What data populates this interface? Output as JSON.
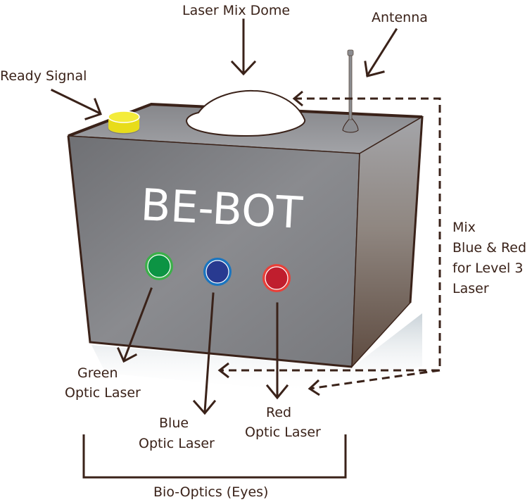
{
  "title": "BE-BOT",
  "colors": {
    "ink": "#3a2219",
    "box_front": "#7e7f83",
    "box_side": "#6b5a4f",
    "ready_signal": "#f4e52d",
    "green_laser": "#0c9444",
    "blue_laser": "#283a90",
    "red_laser": "#c01e2e"
  },
  "labels": {
    "laser_mix_dome": "Laser Mix Dome",
    "antenna": "Antenna",
    "ready_signal": "Ready Signal",
    "mix_note": [
      "Mix",
      "Blue & Red",
      "for Level 3",
      "Laser"
    ],
    "green_laser": [
      "Green",
      "Optic Laser"
    ],
    "blue_laser": [
      "Blue",
      "Optic Laser"
    ],
    "red_laser": [
      "Red",
      "Optic Laser"
    ],
    "bio_optics": "Bio-Optics (Eyes)"
  }
}
